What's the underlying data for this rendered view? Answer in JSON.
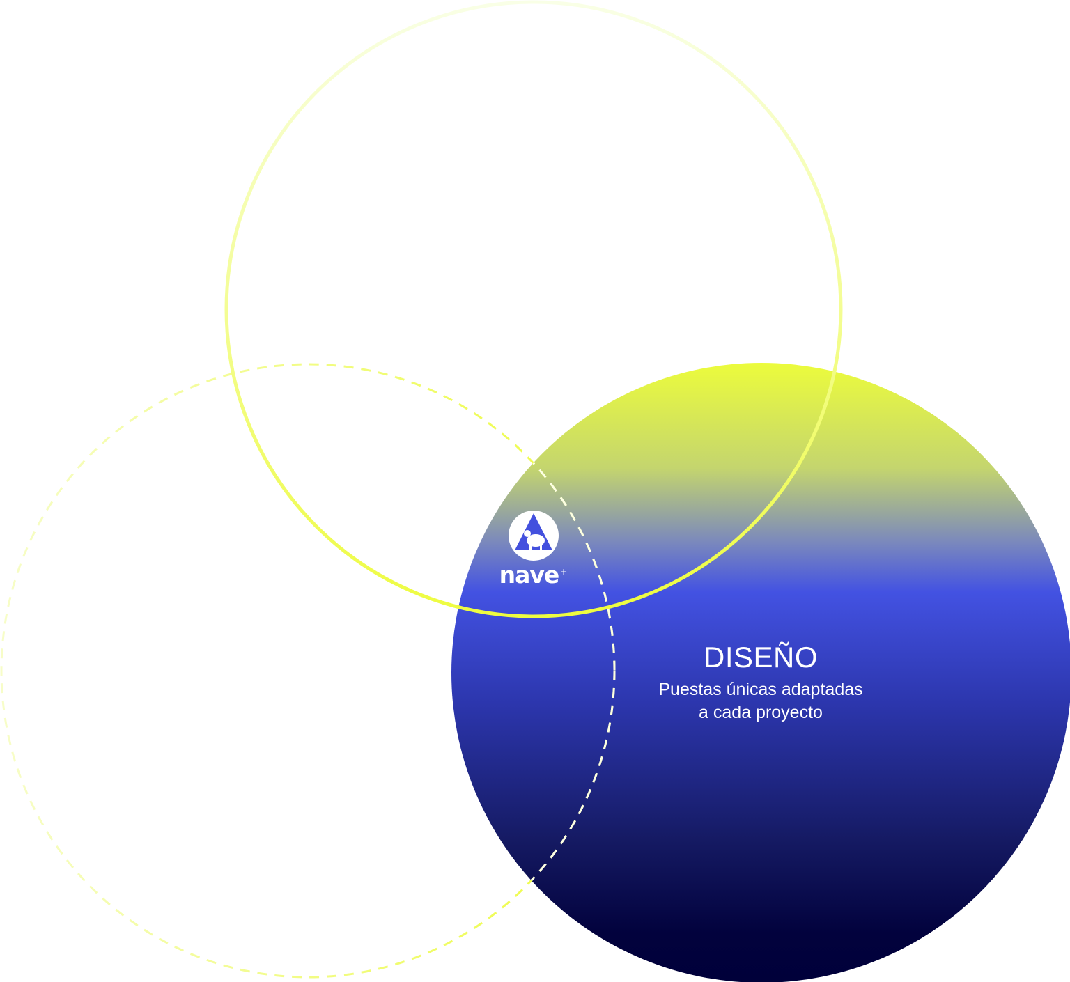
{
  "brand": {
    "name": "nave",
    "mark": "+",
    "logo_icon": "sheep-in-triangle-logo-icon"
  },
  "diagram": {
    "circles": [
      {
        "id": "top",
        "style": "solid-outline",
        "color": "#eefc3f"
      },
      {
        "id": "left",
        "style": "dashed-outline",
        "color": "#eefc3f"
      },
      {
        "id": "right",
        "style": "gradient-fill",
        "colors": [
          "#ecfc3c",
          "#4150e0",
          "#00003a"
        ]
      }
    ],
    "active_label": {
      "title": "DISEÑO",
      "description_line1": "Puestas únicas adaptadas",
      "description_line2": "a cada proyecto"
    }
  }
}
